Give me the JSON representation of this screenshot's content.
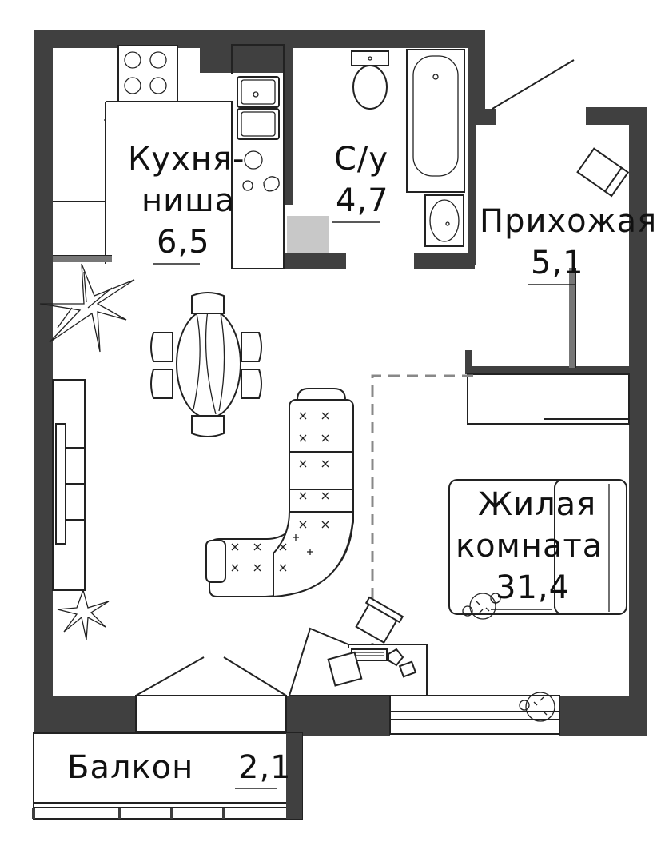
{
  "rooms": {
    "kitchen": {
      "name_line1": "Кухня-",
      "name_line2": "ниша",
      "area": "6,5"
    },
    "bathroom": {
      "name": "С/у",
      "area": "4,7"
    },
    "hallway": {
      "name": "Прихожая",
      "area": "5,1"
    },
    "living": {
      "name_line1": "Жилая",
      "name_line2": "комната",
      "area": "31,4"
    },
    "balcony": {
      "name": "Балкон",
      "area": "2,1"
    }
  },
  "colors": {
    "wall": "#404040",
    "line": "#222222",
    "background": "#ffffff"
  }
}
